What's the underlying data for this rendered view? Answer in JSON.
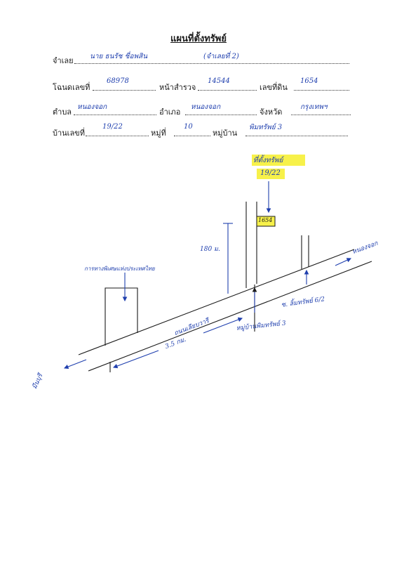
{
  "form": {
    "title": "แผนที่ตั้งทรัพย์",
    "fields": {
      "jamloei_label": "จำเลย",
      "chanot_label": "โฉนดเลขที่",
      "namsamruat_label": "หน้าสำรวจ",
      "lekthidin_label": "เลขที่ดิน",
      "tambon_label": "ตำบล",
      "amphoe_label": "อำเภอ",
      "changwat_label": "จังหวัด",
      "banlek_label": "บ้านเลขที่",
      "moo_label": "หมู่ที่",
      "mooban_label": "หมู่บ้าน"
    },
    "values": {
      "jamloei": "นาย ธนรัช ชื่อพสิน",
      "jamloei_note": "(จำเลยที่ 2)",
      "chanot": "68978",
      "namsamruat": "14544",
      "lekthidin": "1654",
      "tambon": "หนองจอก",
      "amphoe": "หนองจอก",
      "changwat": "กรุงเทพฯ",
      "banlek": "19/22",
      "moo": "10",
      "mooban": "พิมทรัพย์ 3"
    }
  },
  "map": {
    "property_label": "ที่ตั้งทรัพย์",
    "property_house": "19/22",
    "property_parcel": "1654",
    "distance_side": "180 ม.",
    "distance_road": "3.5 กม.",
    "road_name": "ถนนเลียบวารี",
    "left_place": "การทางพิเศษแห่งประเทศไทย",
    "soi_label": "ซ. ลิ้มทรัพย์ 6/2",
    "village_label": "หมู่บ้านพิมทรัพย์ 3",
    "dir_right": "หนองจอก",
    "dir_left": "มีนบุรี",
    "colors": {
      "pen": "#1f3fae",
      "highlight": "#f7f14a",
      "ink": "#1a1a1a"
    }
  }
}
